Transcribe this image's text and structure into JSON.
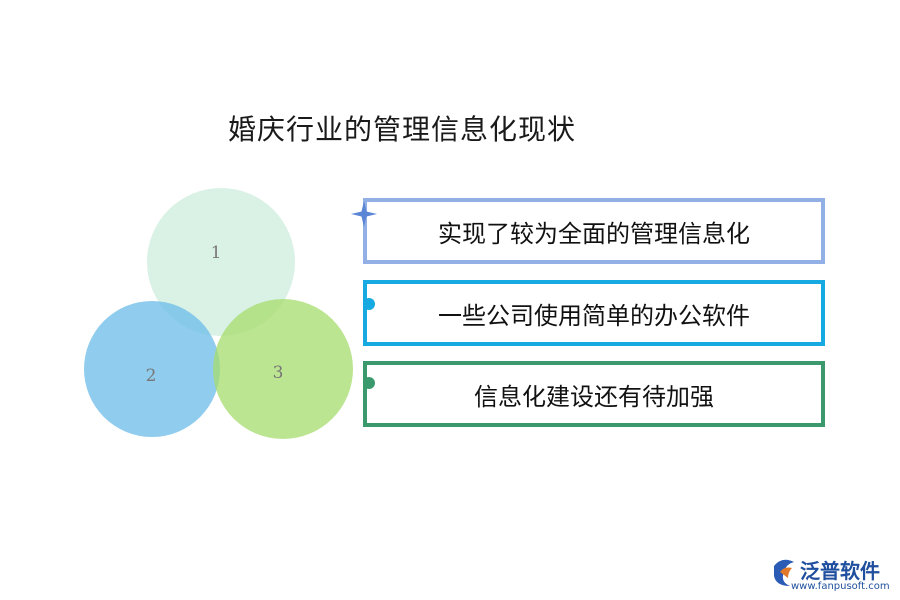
{
  "title": "婚庆行业的管理信息化现状",
  "circles": [
    {
      "label": "1",
      "color": "#cdeedd"
    },
    {
      "label": "2",
      "color": "#6bbbe8"
    },
    {
      "label": "3",
      "color": "#a6dc6c"
    }
  ],
  "items": [
    {
      "text": "实现了较为全面的管理信息化",
      "color": "#92b0e6",
      "marker": "star"
    },
    {
      "text": "一些公司使用简单的办公软件",
      "color": "#17a9e1",
      "marker": "dot"
    },
    {
      "text": "信息化建设还有待加强",
      "color": "#3a9a6e",
      "marker": "dot"
    }
  ],
  "logo": {
    "name": "泛普软件",
    "url": "www.fanpusoft.com"
  }
}
